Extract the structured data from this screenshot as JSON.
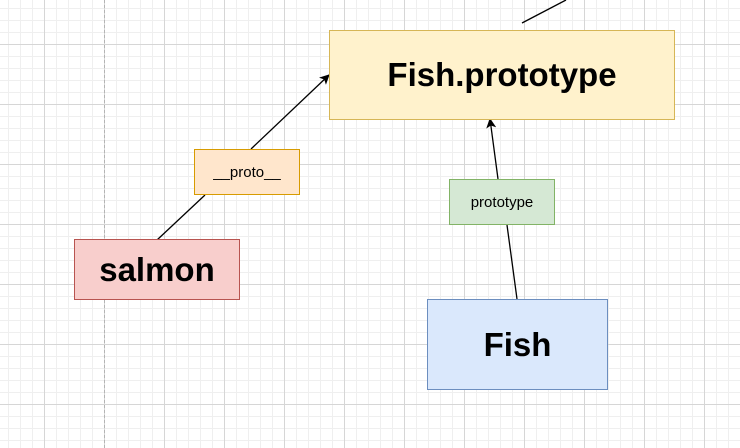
{
  "diagram": {
    "nodes": {
      "fish_prototype": {
        "text": "Fish.prototype",
        "fill": "#fff2cc",
        "stroke": "#d6b656"
      },
      "salmon": {
        "text": "salmon",
        "fill": "#f8cecc",
        "stroke": "#b85450"
      },
      "fish": {
        "text": "Fish",
        "fill": "#dae8fc",
        "stroke": "#6c8ebf"
      }
    },
    "edges": {
      "proto_link": {
        "from": "salmon",
        "to": "Fish.prototype",
        "label": "__proto__",
        "label_fill": "#ffe6cc",
        "label_stroke": "#d79b00"
      },
      "prototype_link": {
        "from": "Fish",
        "to": "Fish.prototype",
        "label": "prototype",
        "label_fill": "#d5e8d4",
        "label_stroke": "#82b366"
      }
    }
  }
}
